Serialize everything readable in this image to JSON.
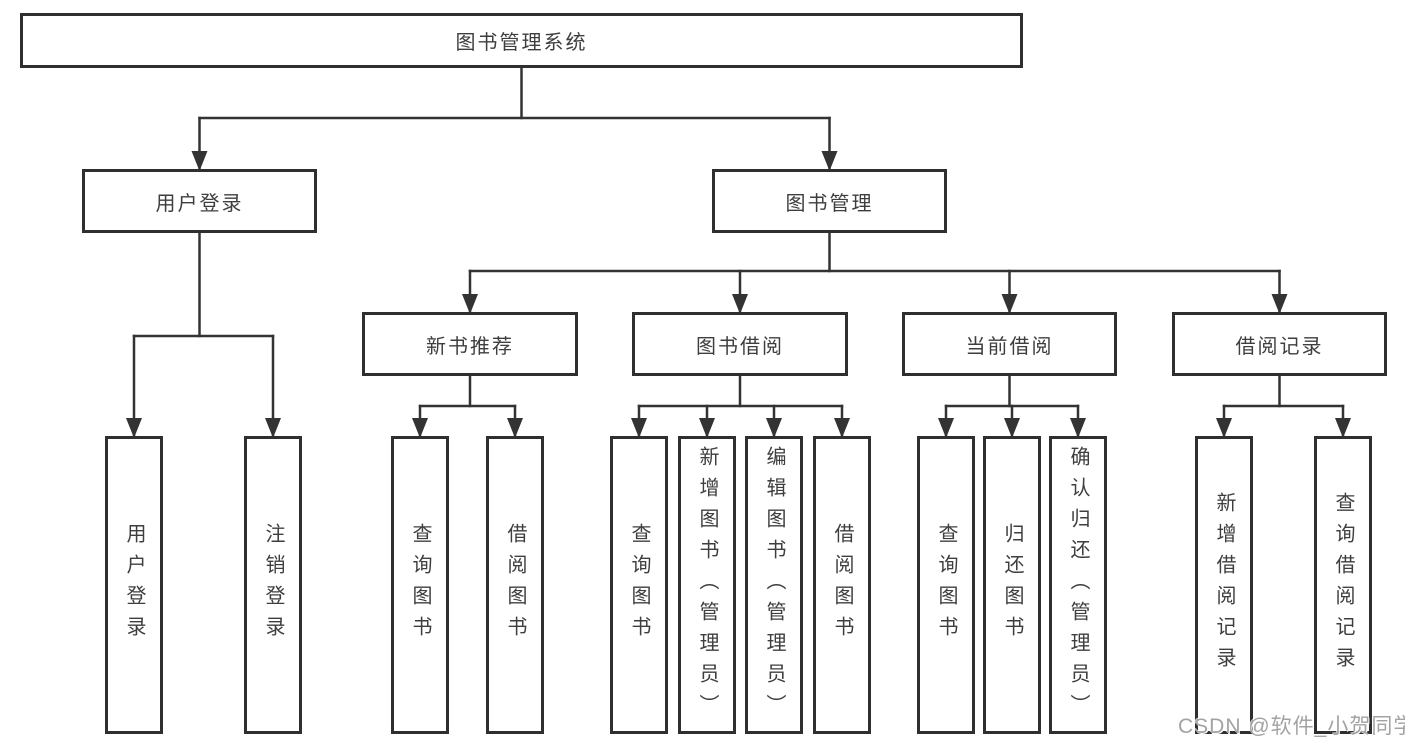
{
  "tree": {
    "label": "图书管理系统",
    "children": [
      {
        "label": "用户登录",
        "children": [
          {
            "label": "用户登录"
          },
          {
            "label": "注销登录"
          }
        ]
      },
      {
        "label": "图书管理",
        "children": [
          {
            "label": "新书推荐",
            "children": [
              {
                "label": "查询图书"
              },
              {
                "label": "借阅图书"
              }
            ]
          },
          {
            "label": "图书借阅",
            "children": [
              {
                "label": "查询图书"
              },
              {
                "label": "新增图书（管理员）"
              },
              {
                "label": "编辑图书（管理员）"
              },
              {
                "label": "借阅图书"
              }
            ]
          },
          {
            "label": "当前借阅",
            "children": [
              {
                "label": "查询图书"
              },
              {
                "label": "归还图书"
              },
              {
                "label": "确认归还（管理员）"
              }
            ]
          },
          {
            "label": "借阅记录",
            "children": [
              {
                "label": "新增借阅记录"
              },
              {
                "label": "查询借阅记录"
              }
            ]
          }
        ]
      }
    ]
  },
  "watermark": {
    "text": "CSDN @软件_小贺同学"
  },
  "colors": {
    "background": "#ffffff",
    "line": "#333333",
    "box_border": "#2f2f2f",
    "text": "#3e3e3e",
    "watermark": "#a3a3a3"
  }
}
